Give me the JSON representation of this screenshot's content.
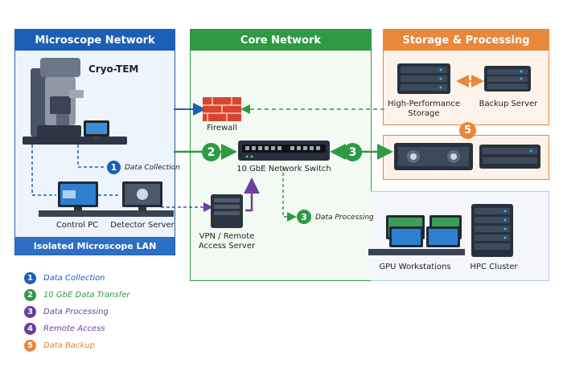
{
  "panels": {
    "microscope": {
      "title": "Microscope Network",
      "footer": "Isolated Microscope LAN",
      "color": "#1b5fb6"
    },
    "core": {
      "title": "Core Network",
      "color": "#2e9a44"
    },
    "storage": {
      "title": "Storage & Processing",
      "color": "#e9873a"
    }
  },
  "labels": {
    "cryo_tem": "Cryo-TEM",
    "control_pc": "Control PC",
    "detector_server": "Detector Server",
    "firewall": "Firewall",
    "switch": "10 GbE Network Switch",
    "vpn_line1": "VPN / Remote",
    "vpn_line2": "Access Server",
    "hp_storage_line1": "High-Performance",
    "hp_storage_line2": "Storage",
    "backup_server": "Backup Server",
    "gpu_workstations": "GPU Workstations",
    "hpc_cluster": "HPC Cluster"
  },
  "steps": {
    "data_collection": {
      "num": "1",
      "label": "Data Collection"
    },
    "transfer": {
      "num": "2"
    },
    "to_storage": {
      "num": "3"
    },
    "data_processing": {
      "num": "3",
      "label": "Data Processing"
    },
    "backup": {
      "num": "5"
    }
  },
  "legend": [
    {
      "num": "1",
      "label": "Data Collection",
      "color": "#1b5fb6"
    },
    {
      "num": "2",
      "label": "10 GbE Data Transfer",
      "color": "#2e9a44"
    },
    {
      "num": "3",
      "label": "Data Processing",
      "color": "#6a3fa0"
    },
    {
      "num": "4",
      "label": "Remote Access",
      "color": "#6a3fa0"
    },
    {
      "num": "5",
      "label": "Data Backup",
      "color": "#e9873a"
    }
  ]
}
